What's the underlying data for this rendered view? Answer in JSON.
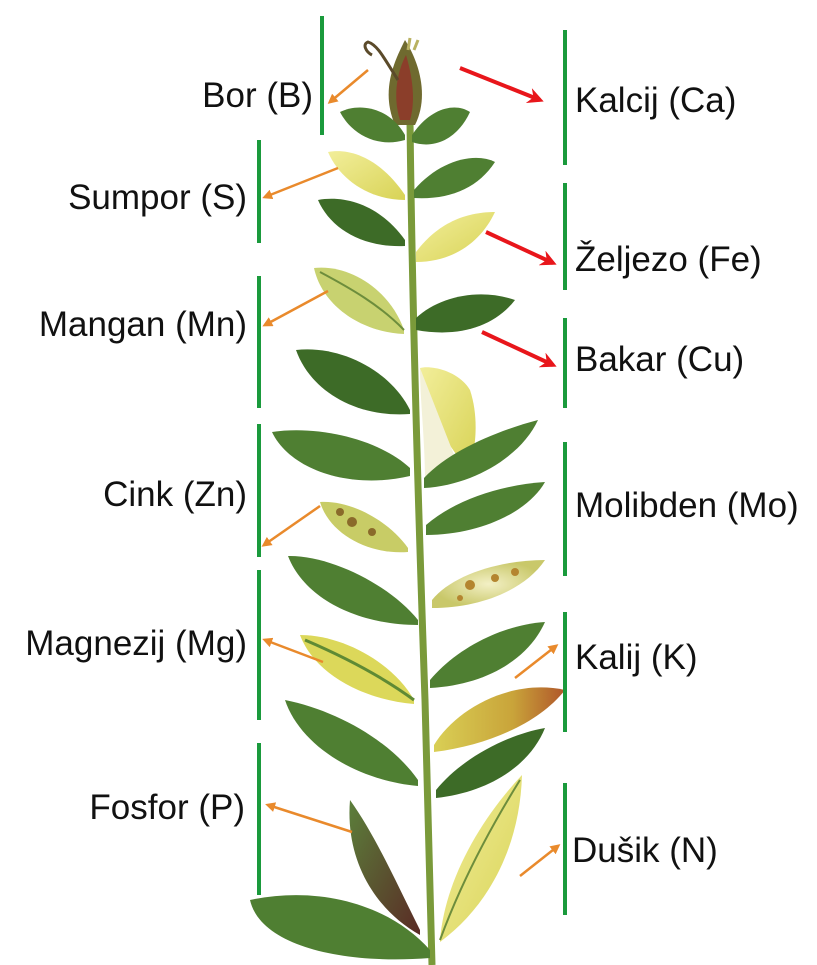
{
  "colors": {
    "bracket": "#1a9a3c",
    "arrow_orange": "#e98a2c",
    "arrow_red": "#e8161b",
    "leaf_green": "#4f7f32",
    "leaf_dark": "#3d6b27",
    "leaf_yellow": "#e4df6a",
    "stem": "#7a9a3a",
    "text": "#111111"
  },
  "labels": {
    "boron": "Bor (B)",
    "sulfur": "Sumpor (S)",
    "manganese": "Mangan (Mn)",
    "zinc": "Cink (Zn)",
    "magnesium": "Magnezij (Mg)",
    "phosphorus": "Fosfor (P)",
    "calcium": "Kalcij (Ca)",
    "iron": "Željezo (Fe)",
    "copper": "Bakar (Cu)",
    "molybdenum": "Molibden (Mo)",
    "potassium": "Kalij (K)",
    "nitrogen": "Dušik (N)"
  }
}
